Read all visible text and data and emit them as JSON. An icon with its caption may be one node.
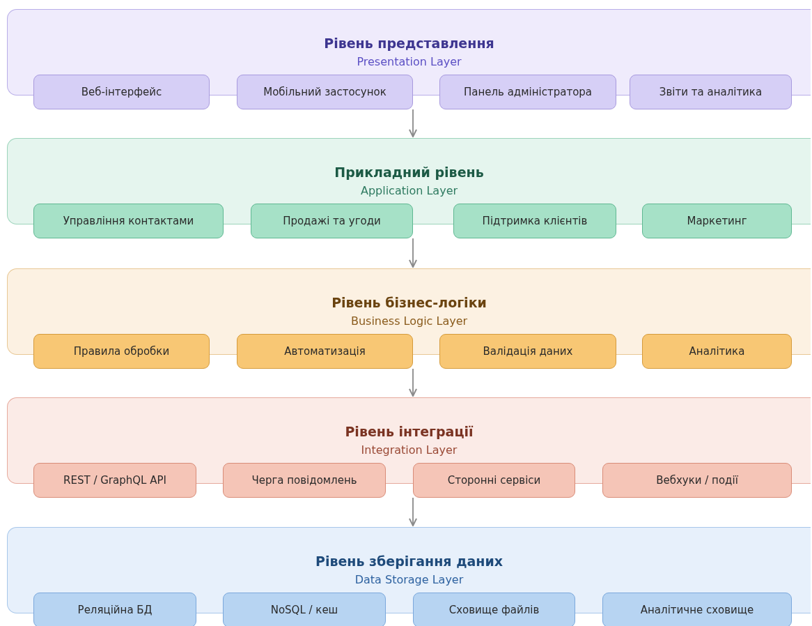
{
  "diagram": {
    "nodes": [
      {
        "text": [
          "Рівень представлення",
          "Presentation Layer"
        ]
      },
      {
        "text": [
          "Веб-інтерфейс"
        ]
      },
      {
        "text": [
          "Мобільний застосунок"
        ]
      },
      {
        "text": [
          "Панель адміністратора"
        ]
      },
      {
        "text": [
          "Звіти та аналітика"
        ]
      },
      {
        "text": [
          "Прикладний рівень",
          "Application Layer"
        ]
      },
      {
        "text": [
          "Управління контактами"
        ]
      },
      {
        "text": [
          "Продажі та угоди"
        ]
      },
      {
        "text": [
          "Підтримка клієнтів"
        ]
      },
      {
        "text": [
          "Маркетинг"
        ]
      },
      {
        "text": [
          "Рівень бізнес-логіки",
          "Business Logic Layer"
        ]
      },
      {
        "text": [
          "Правила обробки"
        ]
      },
      {
        "text": [
          "Автоматизація"
        ]
      },
      {
        "text": [
          "Валідація даних"
        ]
      },
      {
        "text": [
          "Аналітика"
        ]
      },
      {
        "text": [
          "Рівень інтеграції",
          "Integration Layer"
        ]
      },
      {
        "text": [
          "REST / GraphQL API"
        ]
      },
      {
        "text": [
          "Черга повідомлень"
        ]
      },
      {
        "text": [
          "Сторонні сервіси"
        ]
      },
      {
        "text": [
          "Вебхуки / події"
        ]
      },
      {
        "text": [
          "Рівень зберігання даних",
          "Data Storage Layer"
        ]
      },
      {
        "text": [
          "Реляційна БД"
        ]
      },
      {
        "text": [
          "NoSQL / кеш"
        ]
      },
      {
        "text": [
          "Сховище файлів"
        ]
      },
      {
        "text": [
          "Аналітичне сховище"
        ]
      }
    ],
    "edges": [
      {
        "from": 2,
        "to": 5,
        "arrow": "to"
      },
      {
        "from": 7,
        "to": 10,
        "arrow": "to"
      },
      {
        "from": 12,
        "to": 15,
        "arrow": "to"
      },
      {
        "from": 18,
        "to": 20,
        "arrow": "to"
      }
    ]
  }
}
